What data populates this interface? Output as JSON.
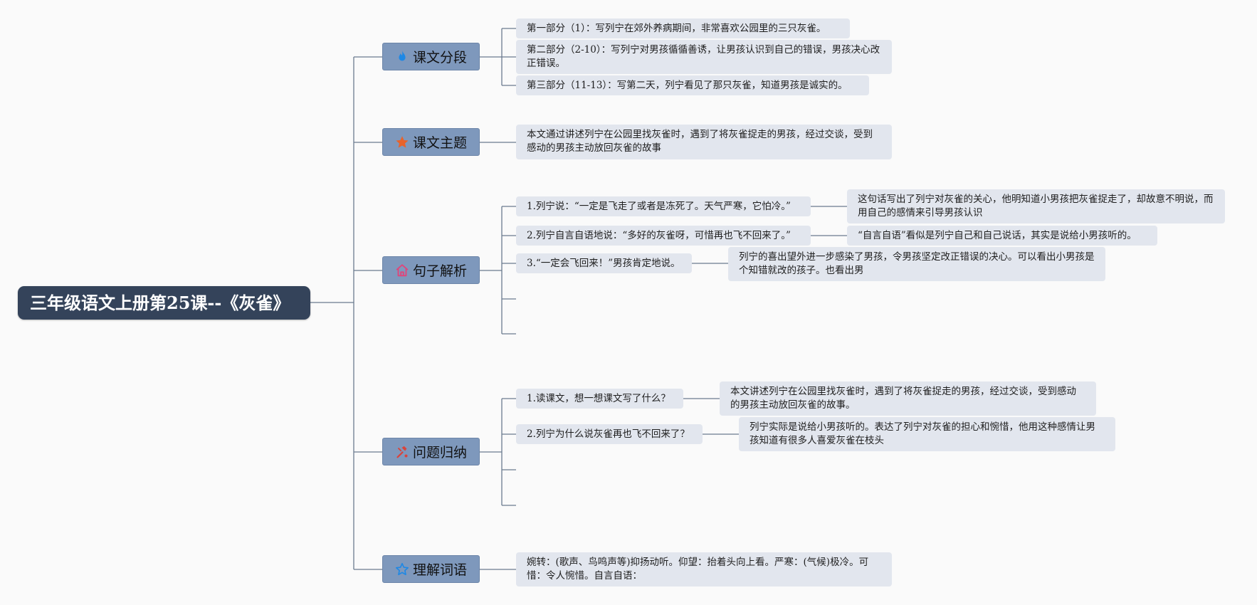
{
  "title": "三年级语文上册第25课--《灰雀》",
  "branches": [
    {
      "label": "课文分段",
      "icon": "flame-icon",
      "leaves": [
        "第一部分（1）：写列宁在郊外养病期间，非常喜欢公园里的三只灰雀。",
        "第二部分（2-10）：写列宁对男孩循循善诱，让男孩认识到自己的错误，男孩决心改正错误。",
        "第三部分（11-13）：写第二天，列宁看见了那只灰雀，知道男孩是诚实的。"
      ]
    },
    {
      "label": "课文主题",
      "icon": "star-icon",
      "leaves": [
        "本文通过讲述列宁在公园里找灰雀时，遇到了将灰雀捉走的男孩，经过交谈，受到感动的男孩主动放回灰雀的故事"
      ]
    },
    {
      "label": "句子解析",
      "icon": "home-icon",
      "leaves": [
        "1.列宁说：“一定是飞走了或者是冻死了。天气严寒，它怕冷。”",
        "2.列宁自言自语地说：“多好的灰雀呀，可惜再也飞不回来了。”",
        "3.“一定会飞回来！”男孩肯定地说。"
      ],
      "details": [
        "这句话写出了列宁对灰雀的关心，他明知道小男孩把灰雀捉走了，却故意不明说，而用自己的感情来引导男孩认识",
        "“自言自语”看似是列宁自己和自己说话，其实是说给小男孩听的。",
        "列宁的喜出望外进一步感染了男孩，令男孩坚定改正错误的决心。可以看出小男孩是个知错就改的孩子。也看出男"
      ]
    },
    {
      "label": "问题归纳",
      "icon": "tools-icon",
      "leaves": [
        "1.读课文，想一想课文写了什么？",
        "2.列宁为什么说灰雀再也飞不回来了？"
      ],
      "details": [
        "本文讲述列宁在公园里找灰雀时，遇到了将灰雀捉走的男孩，经过交谈，受到感动的男孩主动放回灰雀的故事。",
        "列宁实际是说给小男孩听的。表达了列宁对灰雀的担心和惋惜，他用这种感情让男孩知道有很多人喜爱灰雀在枝头"
      ]
    },
    {
      "label": "理解词语",
      "icon": "star-outline-icon",
      "leaves": [
        "婉转：(歌声、鸟鸣声等)抑扬动听。仰望：抬着头向上看。严寒：(气候)极冷。可惜：令人惋惜。自言自语："
      ]
    }
  ],
  "colors": {
    "root_bg": "#34435a",
    "branch_bg": "#7e98bc",
    "leaf_bg": "#e2e6ee",
    "line": "#6b7b8f",
    "flame": "#1e88e5",
    "star": "#e8632b",
    "home": "#e0457b",
    "tools": "#d9443c",
    "star_outline": "#1e88e5"
  }
}
